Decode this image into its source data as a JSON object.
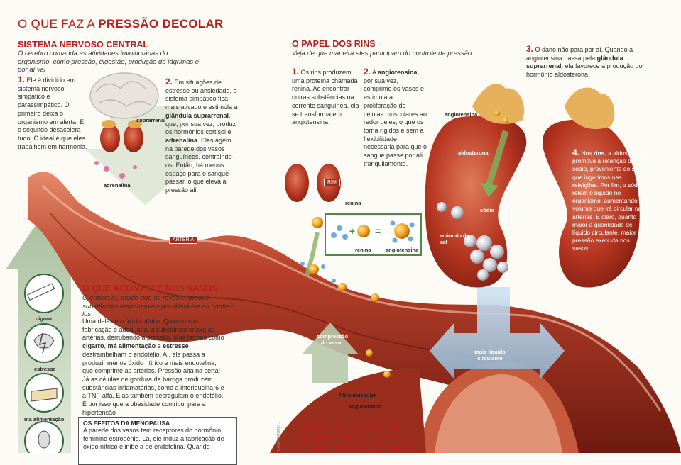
{
  "header": {
    "title_prefix": "O QUE FAZ A",
    "title_bold": "PRESSÃO DECOLAR"
  },
  "snc": {
    "heading": "SISTEMA NERVOSO CENTRAL",
    "lead": "O cérebro comanda as atividades involuntárias do organismo, como pressão, digestão, produção de lágrimas e por aí vai",
    "step1_num": "1.",
    "step1_text": "Ele é dividido em sistema nervoso simpático e parassimpático. O primeiro deixa o organismo em alerta. E o segundo desacelera tudo. O ideal é que eles trabalhem em harmonia.",
    "step2_num": "2.",
    "step2_a": "Em situações de estresse ou ansiedade, o sistema simpático fica mais ativado e estimula a ",
    "step2_b": "glândula suprarrenal",
    "step2_c": ", que, por sua vez, produz os hormônios cortisol e ",
    "step2_d": "adrenalina",
    "step2_e": ". Eles agem na parede dos vasos sanguíneos, contraindo-os. Então, há menos espaço para o sangue passar, o que eleva a pressão ali.",
    "label_suprarrenal": "suprarrenal",
    "label_adrenalina": "adrenalina"
  },
  "rins": {
    "heading": "O PAPEL DOS RINS",
    "lead": "Veja de que maneira eles participam do controle da pressão",
    "step1_num": "1.",
    "step1_text": "Os rins produzem uma proteína chamada renina. Ao encontrar outras substâncias na corrente sanguínea, ela se transforma em angiotensina.",
    "step2_num": "2.",
    "step2_a": "A ",
    "step2_b": "angiotensina",
    "step2_c": ", por sua vez, comprime os vasos e estimula a proliferação de células musculares ao redor deles, o que os torna rígidos e sem a flexibilidade necessária para que o sangue passe por ali tranquilamente.",
    "step3_num": "3.",
    "step3_a": "O dano não para por aí. Quando a angiotensina passa pela ",
    "step3_b": "glândula suprarrenal",
    "step3_c": ", ela favorece a produção do hormônio aldosterona.",
    "step4_num": "4.",
    "step4_a": "Nos ",
    "step4_b": "rins",
    "step4_c": ", a aldosterona promove a retenção de sódio, proveniente do sal que ingerimos nas refeições. Por fim, o sódio retém o líquido no organismo, aumentando o volume que irá circular nas artérias. E claro, quanto maior a quantidade de líquido circulante, maior a pressão exercida nos vasos.",
    "label_rim": "RIM",
    "label_renina": "renina",
    "label_renina2": "renina",
    "label_angiotensina_eq": "angiotensina",
    "label_angiotensina_gland": "angiotensina",
    "label_aldosterona": "aldosterona",
    "label_sodio": "sódio",
    "label_acumulo": "acúmulo de sal",
    "label_liquido": "mais líquido circulante"
  },
  "vasos": {
    "heading": "O QUE ACONTECE NOS VASOS",
    "lead": "O endotélio, tecido que os reveste, produz substâncias responsáveis por dilatá-los ou contraí-los",
    "body_a": "Uma delas é o óxido nítrico. Quando sua fabricação é adequada, a substância relaxa as artérias, derrubando a pressão. Mas fatores como ",
    "body_b": "cigarro",
    "body_c": ", ",
    "body_d": "má alimentação",
    "body_e": " e ",
    "body_f": "estresse",
    "body_g": " destrambelham o endotélio. Aí, ele passa a produzir menos óxido nítrico e mais endotelina, que comprime as artérias. Pressão alta na certa! Já as células de gordura da barriga produzem substâncias inflamatórias, como a interleucina-6 e a TNF-alfa. Elas também desregulam o endotélio. É por isso que a obesidade contribui para a hipertensão",
    "label_arteria": "ARTÉRIA",
    "label_compressao": "compressão do vaso",
    "label_fibra": "fibra muscular",
    "label_angiotensina": "angiotensina"
  },
  "icons": {
    "cigarro": "cigarro",
    "estresse": "estresse",
    "ma_alimentacao": "má alimentação"
  },
  "menopausa": {
    "heading": "OS EFEITOS DA MENOPAUSA",
    "body": "A parede dos vasos tem receptores do hormônio feminino estrogênio. Lá, ele induz a fabricação de óxido nítrico e inibe a de endotelina. Quando"
  },
  "caption": "Algumas pessoas são mais sensíveis ao sódio e, por isso, precisam maneirar no consumo",
  "credit": "DAVID OMORI / ...",
  "colors": {
    "accent": "#b5201d",
    "green": "#4f8a44",
    "artery": "#a8321f"
  }
}
